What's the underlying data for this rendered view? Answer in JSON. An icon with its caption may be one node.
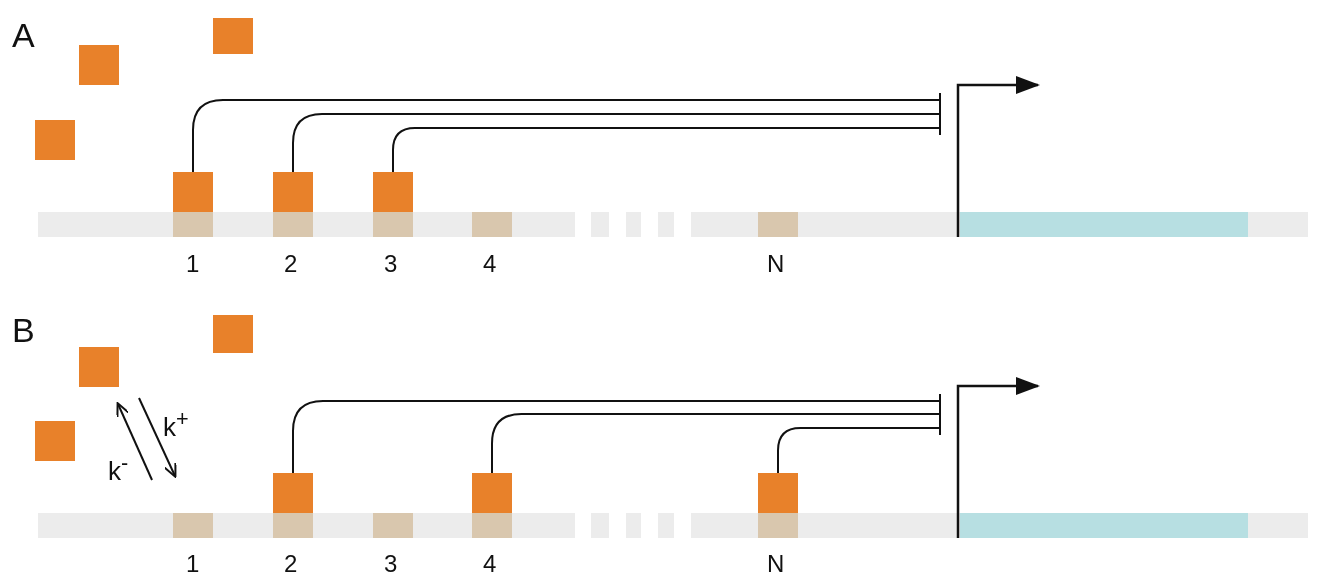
{
  "diagram": {
    "nodes": [
      {
        "text": [],
        "shape": "box"
      },
      {
        "text": [],
        "shape": "box"
      },
      {
        "text": [],
        "shape": "box"
      },
      {
        "text": [],
        "shape": "box"
      },
      {
        "text": [],
        "shape": "box"
      },
      {
        "text": [],
        "shape": "box"
      },
      {
        "text": [],
        "shape": "arrow"
      },
      {
        "text": [],
        "shape": "box"
      },
      {
        "text": [],
        "shape": "box"
      },
      {
        "text": [],
        "shape": "box"
      },
      {
        "text": [],
        "shape": "box"
      },
      {
        "text": [],
        "shape": "box"
      },
      {
        "text": [],
        "shape": "box"
      },
      {
        "text": [],
        "shape": "arrow"
      }
    ],
    "edges": [
      {
        "from": 3,
        "to": 6,
        "arrow": "other"
      },
      {
        "from": 4,
        "to": 6,
        "arrow": "other"
      },
      {
        "from": 5,
        "to": 6,
        "arrow": "other"
      },
      {
        "from": 10,
        "to": 13,
        "arrow": "other"
      },
      {
        "from": 11,
        "to": 13,
        "arrow": "other"
      },
      {
        "from": 12,
        "to": 13,
        "arrow": "other"
      }
    ],
    "labels": [
      "A",
      "1",
      "2",
      "3",
      "4",
      "N",
      "B",
      "k$^{+}$",
      "k$^{-}$",
      "1",
      "2",
      "3",
      "4",
      "N"
    ]
  }
}
